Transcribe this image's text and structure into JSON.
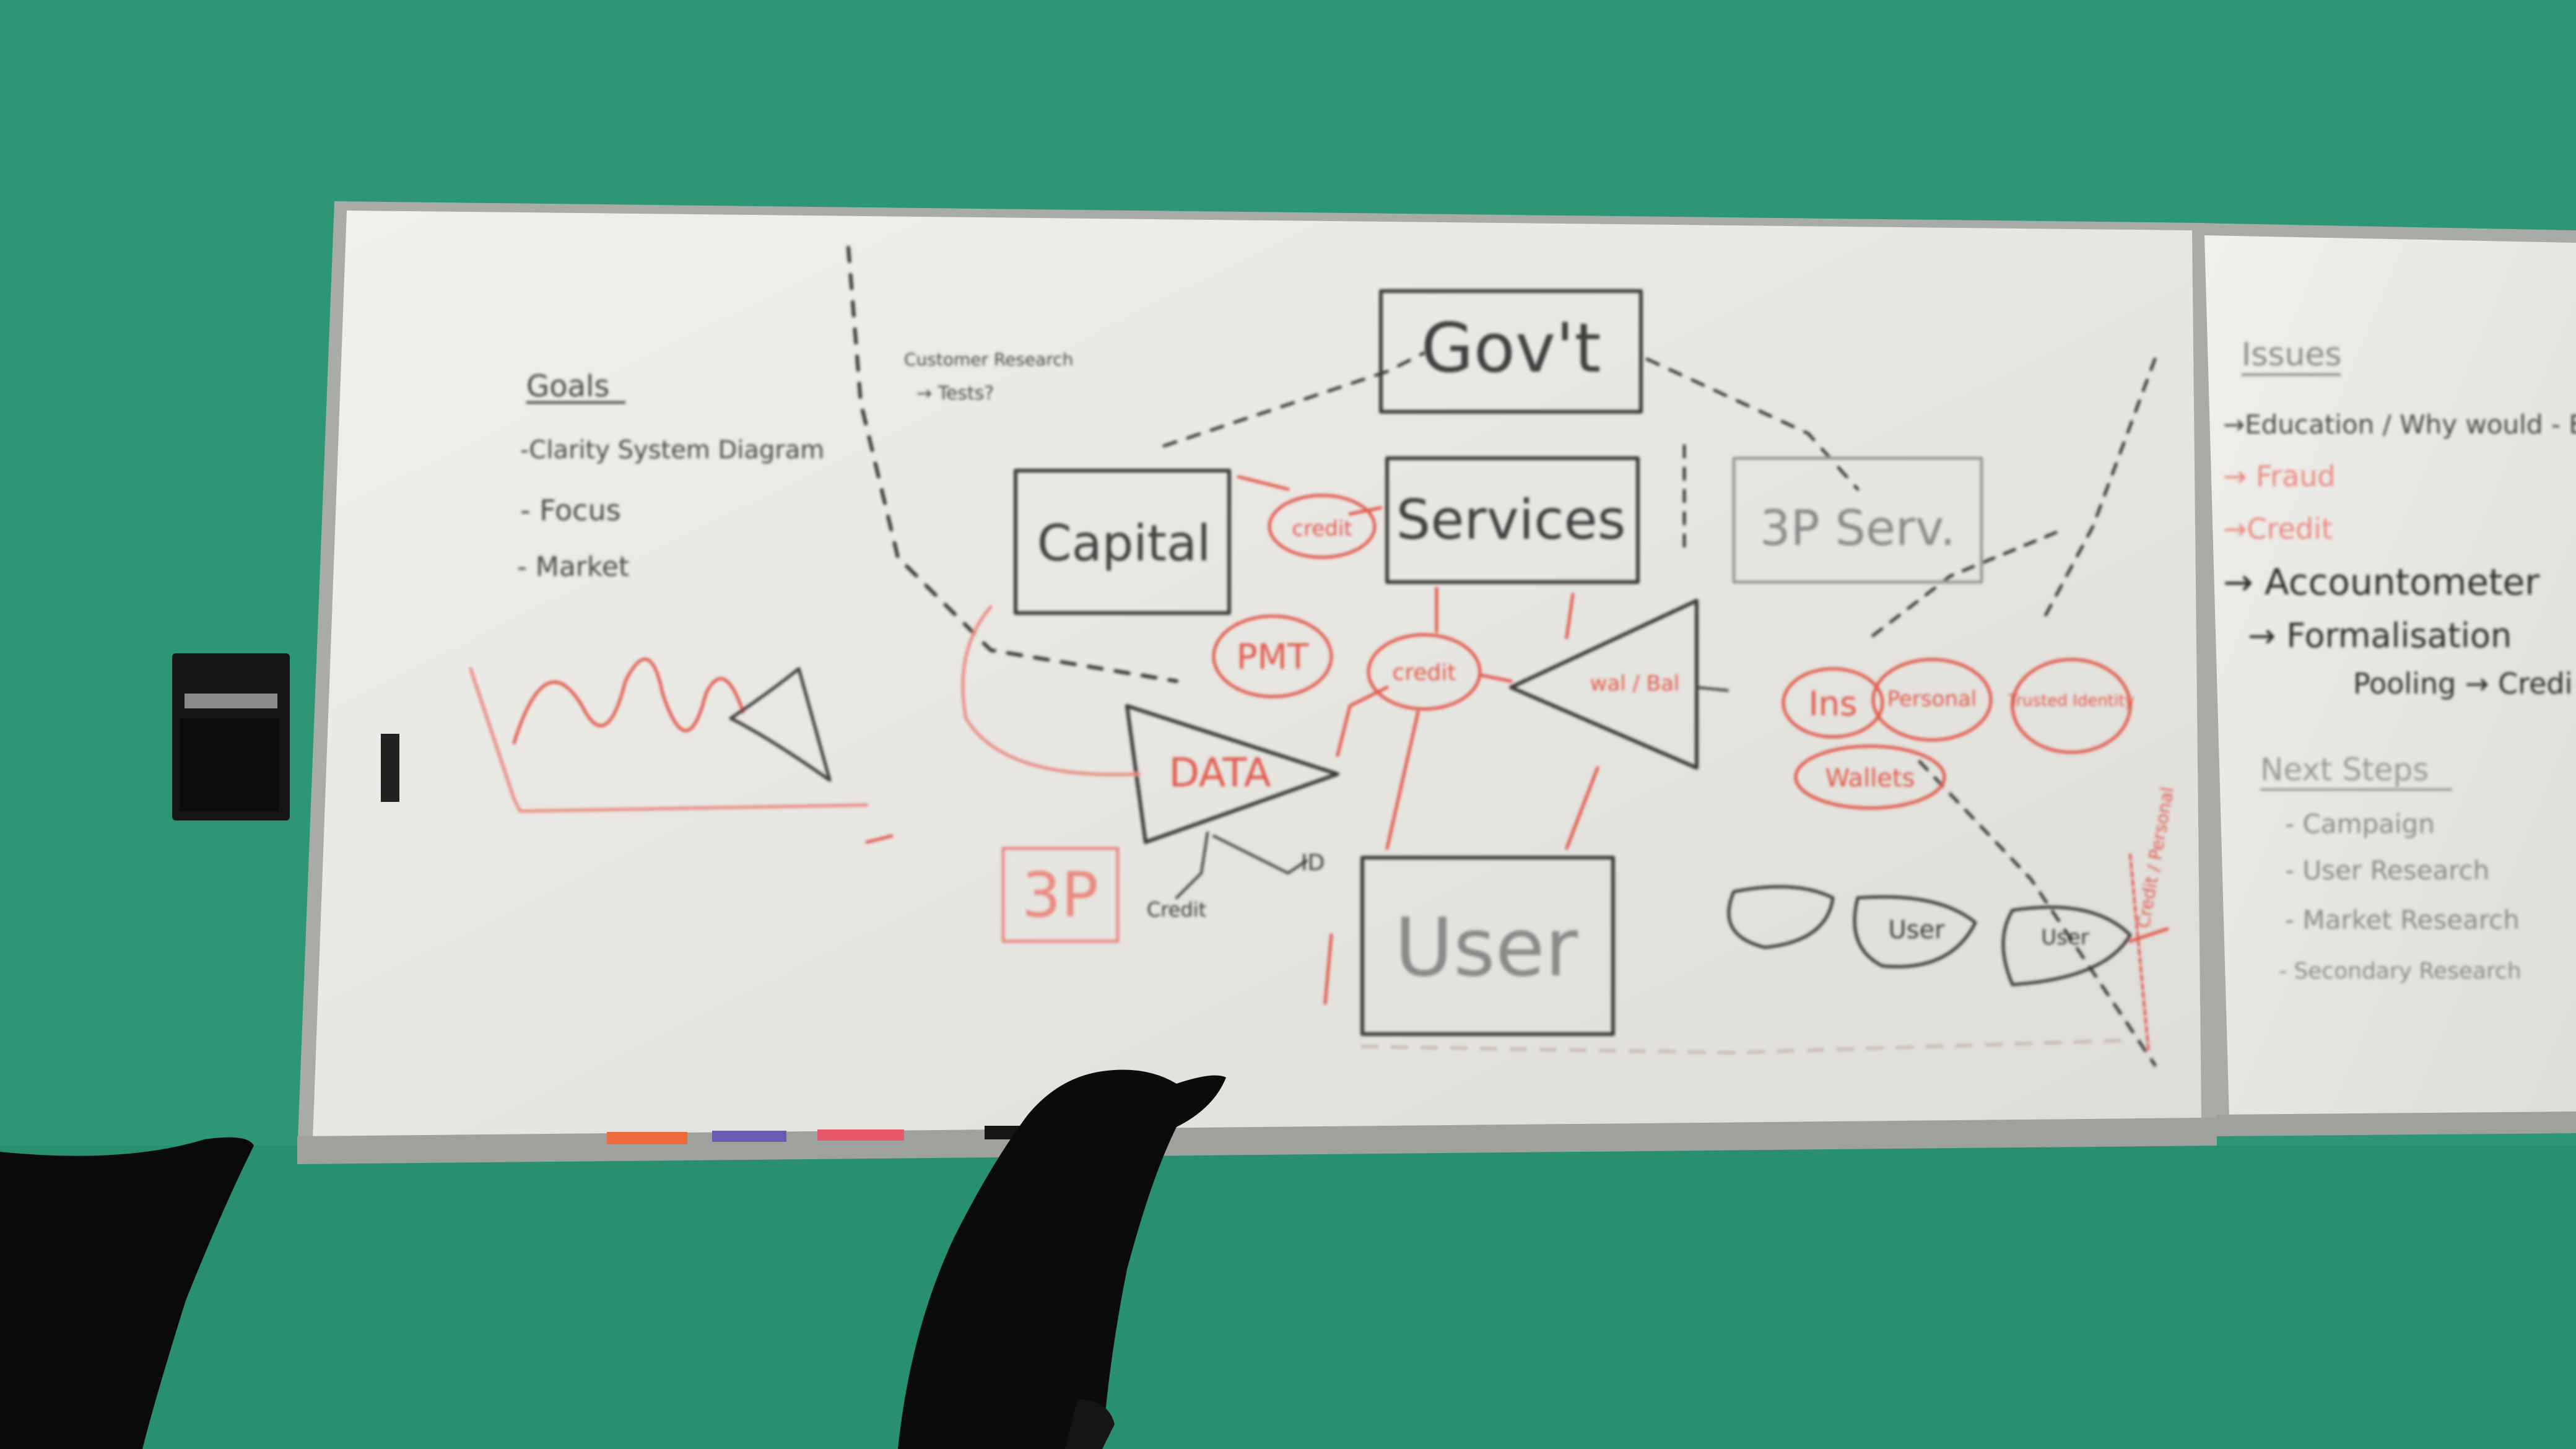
{
  "colors": {
    "wall": "#2f9a79",
    "board": "#ecebe6",
    "ink_black": "#3a3a3a",
    "ink_red": "#e05a4e",
    "frame": "#b9bbb6"
  },
  "board_left": {
    "goals_heading": "Goals",
    "goals_items": [
      "-Clarity System Diagram",
      "- Focus",
      "- Market"
    ],
    "note_top": "Customer Research",
    "note_top_sub": "→ Tests?",
    "boxes": {
      "govt": "Gov't",
      "capital": "Capital",
      "services": "Services",
      "third_party_services": "3P Serv.",
      "user": "User",
      "third_party": "3P"
    },
    "red_labels": {
      "credit": "credit",
      "pmt": "PMT",
      "cred": "credit",
      "wallet": "wal / Bal",
      "ins": "Ins",
      "personal": "Personal",
      "trusted": "Trusted Identity",
      "wallets": "Wallets",
      "data": "DATA",
      "vertical": "Credit / Personal"
    },
    "black_labels": {
      "credit_small": "Credit",
      "id": "ID"
    },
    "user_ovals": [
      "",
      "User",
      "User"
    ]
  },
  "board_right": {
    "issues_heading": "Issues",
    "issues_items": [
      "→Education / Why would - Ban",
      "→ Fraud",
      "→Credit",
      "→ Accountometer",
      "→ Formalisation",
      "Pooling → Credi"
    ],
    "next_heading": "Next Steps",
    "next_items": [
      "- Campaign",
      "- User Research",
      "- Market Research",
      "- Secondary Research"
    ]
  }
}
